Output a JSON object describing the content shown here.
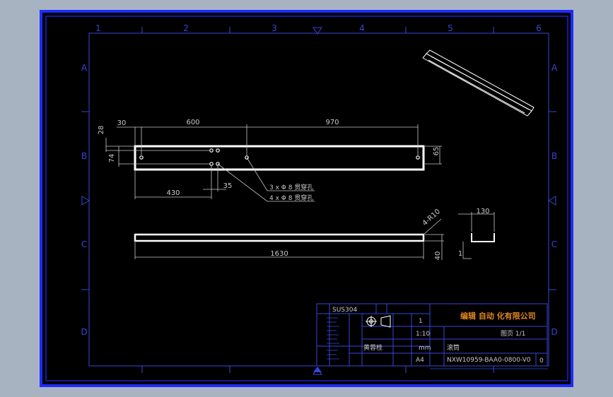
{
  "colors": {
    "background": "#a7b3c1",
    "sheet": "#000000",
    "frame": "#1f2bff",
    "line": "#ffffff",
    "grid": "#3646d8",
    "dim": "#c8c8c8",
    "company": "#e0861e",
    "title_text": "#c8c8c8"
  },
  "zones": {
    "columns": [
      "1",
      "2",
      "3",
      "4",
      "5",
      "6"
    ],
    "rows": [
      "A",
      "B",
      "C",
      "D"
    ]
  },
  "dimensions": {
    "d28": "28",
    "d30": "30",
    "d600": "600",
    "d970": "970",
    "d74": "74",
    "d65": "65",
    "d430": "430",
    "d35": "35",
    "d1630": "1630",
    "d40": "40",
    "d4r10": "4-R10",
    "d130": "130",
    "d1": "1"
  },
  "callouts": {
    "hole_note_1": "3 x Φ 8 贯穿孔",
    "hole_note_2": "4 x Φ 8 贯穿孔"
  },
  "title_block": {
    "material": "SUS304",
    "qty": "1",
    "scale": "1:10",
    "unit": "mm",
    "paper": "A4",
    "designer": "黄蓉桂",
    "company": "编辑 自动 化有限公司",
    "sheet_info": "图页 1/1",
    "part_name": "滚筒",
    "drawing_no": "NXW10959-BAA0-0800-V0",
    "revision": "0"
  }
}
